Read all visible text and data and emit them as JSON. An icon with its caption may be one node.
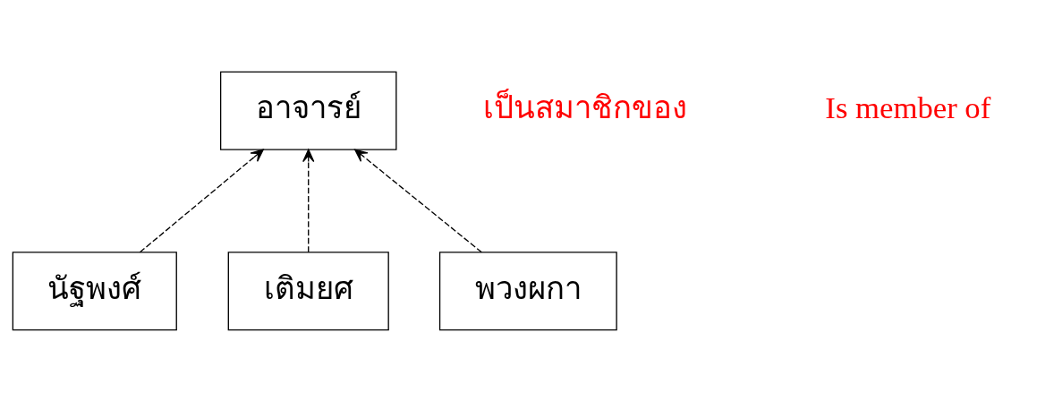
{
  "diagram": {
    "nodes": [
      {
        "text": [
          "อาจารย์"
        ]
      },
      {
        "text": [
          "นัฐพงศ์"
        ]
      },
      {
        "text": [
          "เติมยศ"
        ]
      },
      {
        "text": [
          "พวงผกา"
        ]
      }
    ],
    "edges": [
      {
        "from": 1,
        "to": 0,
        "arrow": "to",
        "style": "dashed"
      },
      {
        "from": 2,
        "to": 0,
        "arrow": "to",
        "style": "dashed"
      },
      {
        "from": 3,
        "to": 0,
        "arrow": "to",
        "style": "dashed"
      }
    ],
    "labels": [
      "เป็นสมาชิกของ",
      "Is member of"
    ]
  }
}
